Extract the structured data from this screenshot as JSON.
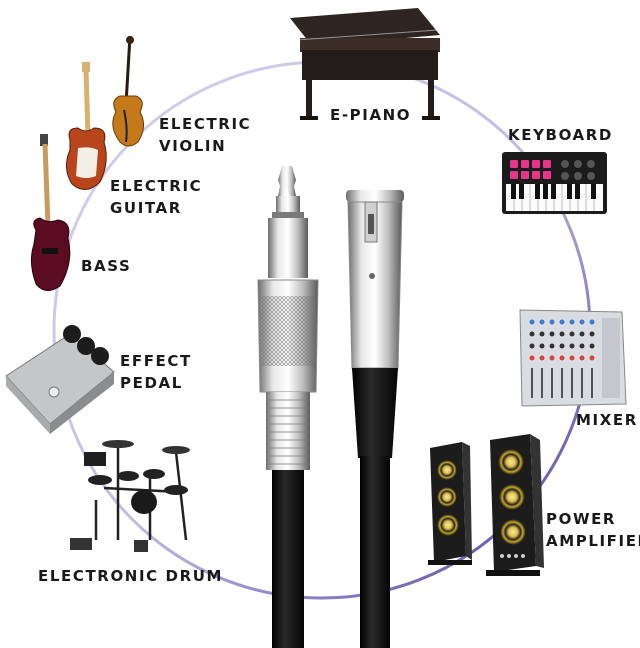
{
  "labels": {
    "electric_violin": [
      "ELECTRIC",
      "VIOLIN"
    ],
    "electric_guitar": [
      "ELECTRIC",
      "GUITAR"
    ],
    "bass": "BASS",
    "effect_pedal": [
      "EFFECT",
      "PEDAL"
    ],
    "electronic_drum": "ELECTRONIC DRUM",
    "e_piano": "E-PIANO",
    "keyboard": "KEYBOARD",
    "mixer": "MIXER",
    "power_amplifier": [
      "POWER",
      "AMPLIFIER"
    ]
  },
  "colors": {
    "ring": "#b8b2e0",
    "ring_accent": "#4b3f9e",
    "text": "#1a1a1a",
    "cable": "#151515",
    "metal": "#c8c8c8"
  }
}
